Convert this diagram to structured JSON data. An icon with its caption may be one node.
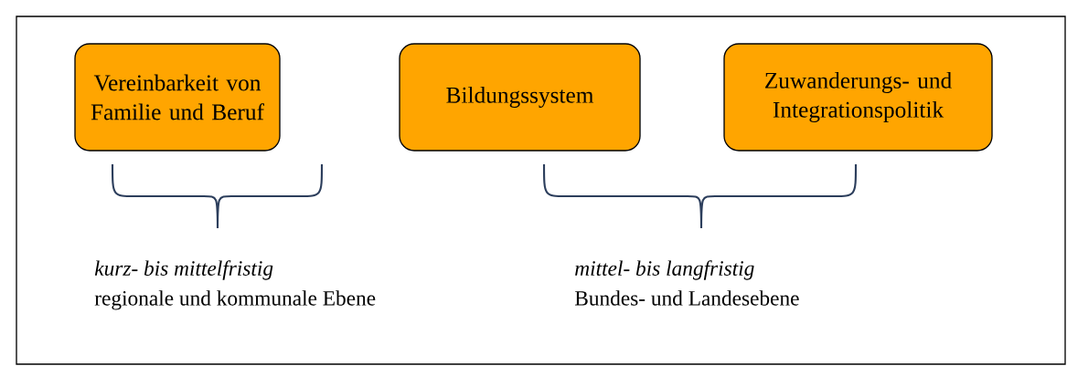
{
  "diagram": {
    "nodes": [
      {
        "text": [
          "Vereinbarkeit von Familie und Beruf"
        ]
      },
      {
        "text": [
          "Bildungssystem"
        ]
      },
      {
        "text": [
          "Zuwanderungs- und Integrationspolitik"
        ]
      }
    ],
    "labels": [
      "kurz- bis mittelfristig",
      "regionale und kommunale Ebene",
      "mittel- bis langfristig",
      "Bundes- und Landesebene"
    ]
  }
}
